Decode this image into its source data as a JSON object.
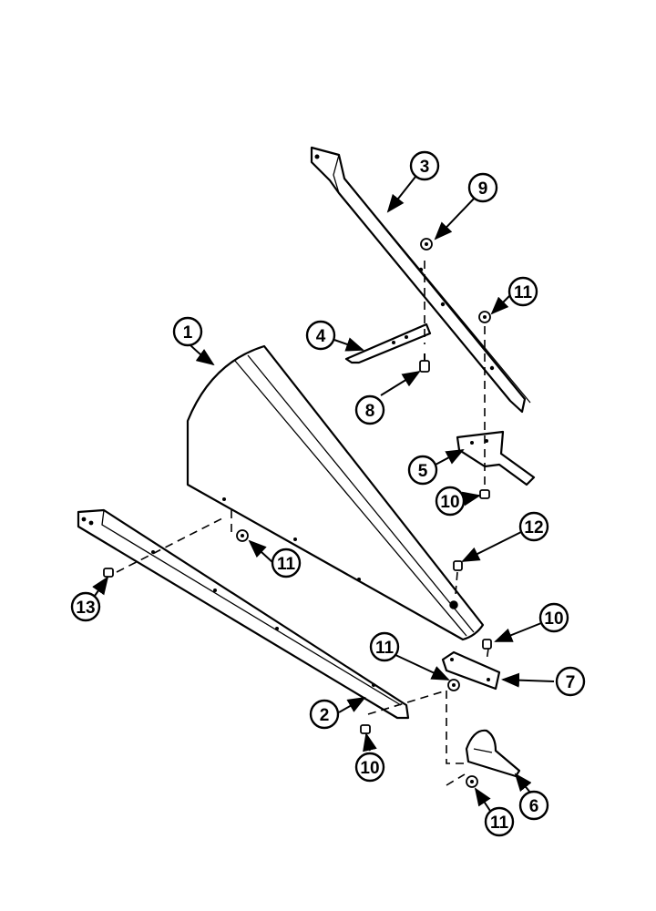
{
  "callouts": [
    {
      "id": "1",
      "label": "1"
    },
    {
      "id": "2",
      "label": "2"
    },
    {
      "id": "3",
      "label": "3"
    },
    {
      "id": "4",
      "label": "4"
    },
    {
      "id": "5",
      "label": "5"
    },
    {
      "id": "6",
      "label": "6"
    },
    {
      "id": "7",
      "label": "7"
    },
    {
      "id": "8",
      "label": "8"
    },
    {
      "id": "9",
      "label": "9"
    },
    {
      "id": "10a",
      "label": "10"
    },
    {
      "id": "10b",
      "label": "10"
    },
    {
      "id": "10c",
      "label": "10"
    },
    {
      "id": "11a",
      "label": "11"
    },
    {
      "id": "11b",
      "label": "11"
    },
    {
      "id": "11c",
      "label": "11"
    },
    {
      "id": "11d",
      "label": "11"
    },
    {
      "id": "12",
      "label": "12"
    },
    {
      "id": "13",
      "label": "13"
    }
  ]
}
